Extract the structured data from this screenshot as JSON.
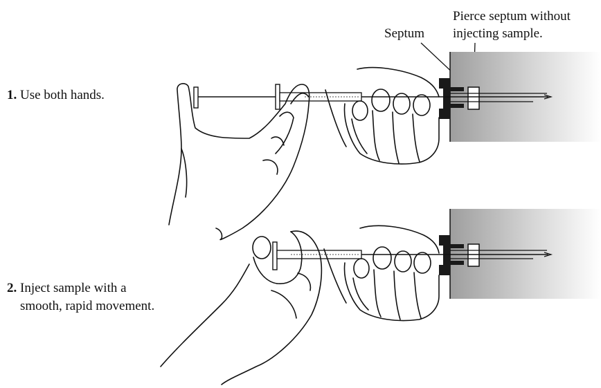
{
  "steps": [
    {
      "number": "1.",
      "text": "Use both hands."
    },
    {
      "number": "2.",
      "text_line1": "Inject sample with a",
      "text_line2": "smooth, rapid movement."
    }
  ],
  "callouts": {
    "septum": "Septum",
    "pierce_line1": "Pierce septum without",
    "pierce_line2": "injecting sample."
  },
  "colors": {
    "ink": "#111111",
    "inlet_block": "#1a1a1a",
    "injector_wall_gradient": [
      "#9e9e9e",
      "#ffffff"
    ]
  }
}
